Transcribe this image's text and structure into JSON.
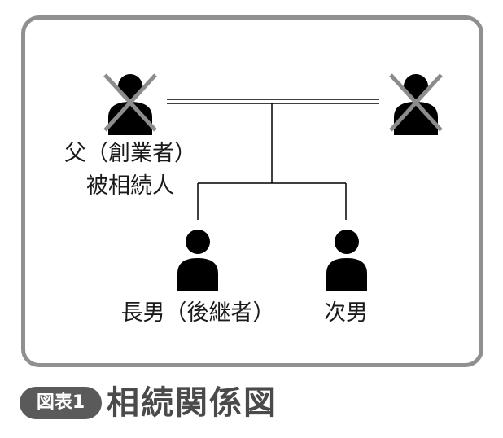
{
  "people": {
    "father": {
      "label_line1": "父（創業者）",
      "label_line2": "被相続人",
      "deceased": true
    },
    "mother": {
      "deceased": true
    },
    "eldest_son": {
      "label": "長男（後継者）",
      "deceased": false
    },
    "second_son": {
      "label": "次男",
      "deceased": false
    }
  },
  "figure": {
    "badge": "図表1",
    "title": "相続関係図"
  },
  "colors": {
    "frame": "#909090",
    "person": "#000000",
    "cross": "#8c8c8c",
    "badge_bg": "#5a5a5a",
    "caption": "#4a4a4a"
  }
}
